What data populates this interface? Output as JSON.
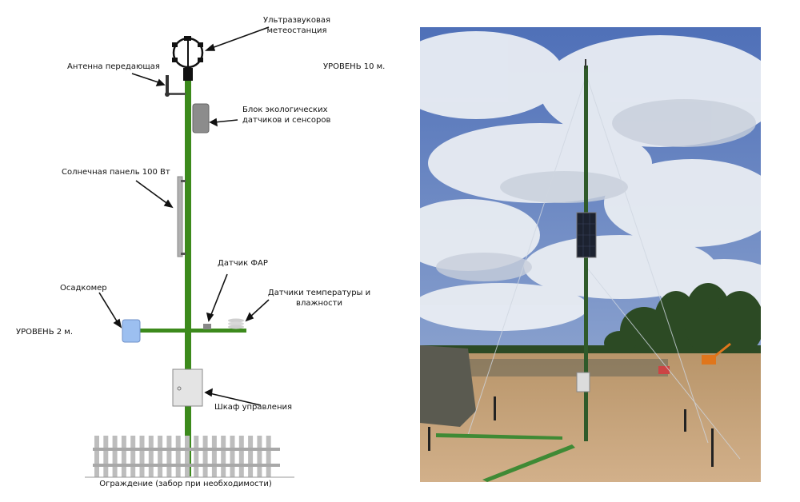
{
  "diagram": {
    "labels": {
      "weather_station_line1": "Ультразвуковая",
      "weather_station_line2": "метеостанция",
      "antenna": "Антенна передающая",
      "level_10": "УРОВЕНЬ 10 м.",
      "eco_block_line1": "Блок экологических",
      "eco_block_line2": "датчиков и сенсоров",
      "solar_panel": "Солнечная панель 100 Вт",
      "par_sensor": "Датчик ФАР",
      "rain_gauge": "Осадкомер",
      "temp_humidity_line1": "Датчики температуры и",
      "temp_humidity_line2": "влажности",
      "level_2": "УРОВЕНЬ 2 м.",
      "control_cabinet": "Шкаф управления",
      "fence": "Ограждение (забор при необходимости)"
    },
    "colors": {
      "pole": "#3c8a1c",
      "rain_gauge": "#9cbff0",
      "eco_block": "#8c8c8c",
      "solar_panel": "#b0b0b0",
      "cabinet": "#e4e4e4",
      "fence": "#bdbdbd"
    }
  },
  "photo": {
    "description_icon": "weather-mast-photo",
    "colors": {
      "sky": "#6f8fc8",
      "cloud": "#e8ecf2",
      "ground": "#c9a67a",
      "mast": "#2f5a2a",
      "trees": "#2c4a24"
    }
  }
}
